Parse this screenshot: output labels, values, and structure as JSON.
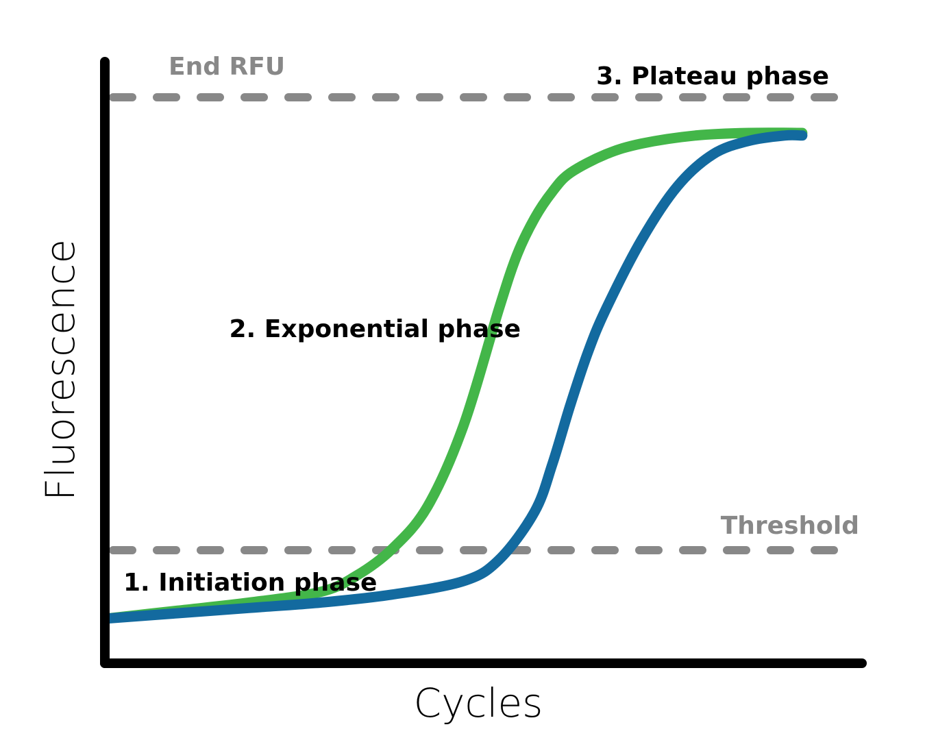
{
  "chart_data": {
    "type": "line",
    "xlabel": "Cycles",
    "ylabel": "Fluorescence",
    "xlim": [
      0,
      40
    ],
    "ylim": [
      0,
      100
    ],
    "grid": false,
    "reference_lines": [
      {
        "label": "End RFU",
        "y": 95,
        "color": "#888888"
      },
      {
        "label": "Threshold",
        "y": 20,
        "color": "#888888"
      }
    ],
    "annotations": [
      {
        "text": "1. Initiation phase"
      },
      {
        "text": "2. Exponential phase"
      },
      {
        "text": "3. Plateau phase"
      }
    ],
    "series": [
      {
        "color": "#43b649",
        "x": [
          0,
          4,
          8,
          12,
          14,
          16,
          18,
          20,
          22,
          23,
          24,
          25,
          26,
          28,
          30,
          33,
          36,
          39
        ],
        "y": [
          4,
          5.5,
          7,
          9,
          12,
          17,
          25,
          40,
          62,
          72,
          79,
          84,
          87.5,
          91,
          93,
          94.5,
          95,
          95
        ]
      },
      {
        "color": "#136a9f",
        "x": [
          0,
          4,
          8,
          12,
          16,
          20,
          22,
          24,
          25,
          26,
          27,
          28,
          30,
          32,
          34,
          36,
          38,
          39
        ],
        "y": [
          4,
          5,
          6,
          7,
          8.5,
          11,
          15,
          24,
          33,
          44,
          54,
          62,
          75,
          85,
          91,
          93.5,
          94.5,
          94.5
        ]
      }
    ]
  }
}
